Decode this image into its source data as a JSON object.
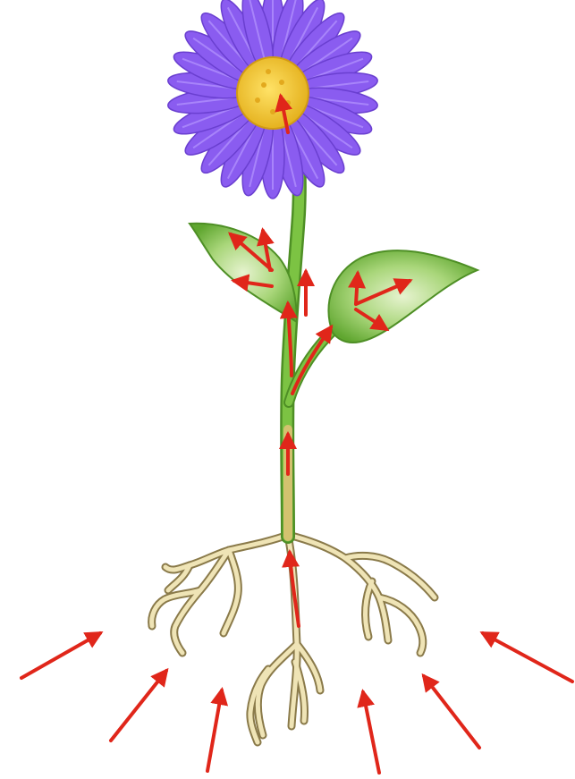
{
  "illustration": {
    "subject": "flowering-plant",
    "colors": {
      "petal": "#8a5cf0",
      "petal_highlight": "#b596ff",
      "center": "#f3cc2c",
      "center_dot": "#e3a91d",
      "stem": "#6fb536",
      "leaf": "#7cbf45",
      "leaf_light": "#dbeec2",
      "root": "#efe4b6",
      "root_outline": "#8a7a4a",
      "arrow": "#e0261a"
    },
    "arrow_groups": [
      "soil-inflow",
      "root-to-stem",
      "stem-to-leaves",
      "leaf-veins",
      "to-flower"
    ]
  }
}
